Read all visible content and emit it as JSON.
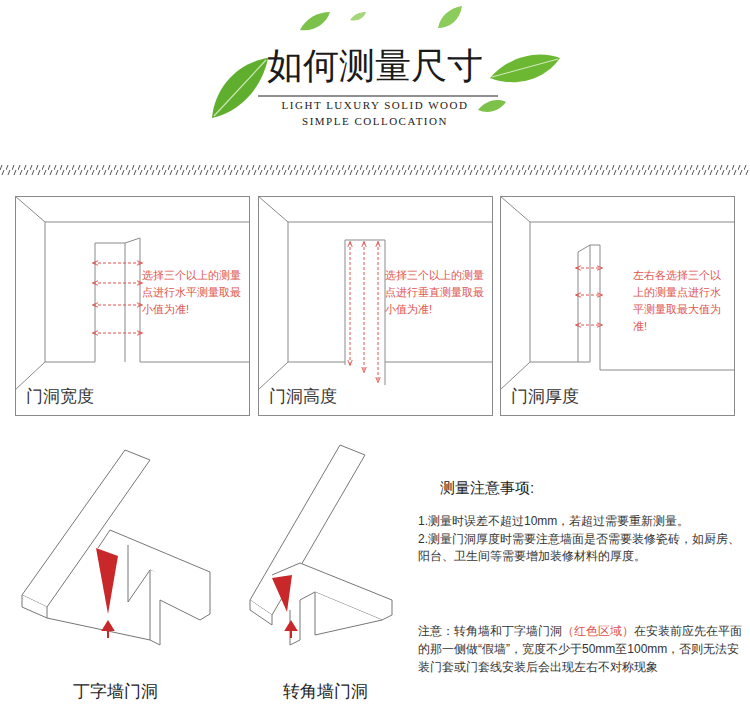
{
  "diagram": {
    "title": "如何测量尺寸",
    "nodes": [
      {
        "text": [
          "选择三个以上的测量点进行水平测量取最小值为准!",
          "门洞宽度"
        ]
      },
      {
        "text": [
          "选择三个以上的测量点进行垂直测量取最小值为准!",
          "门洞高度"
        ]
      },
      {
        "text": [
          "左右各选择三个以上的测量点进行水平测量取最大值为准!",
          "门洞厚度"
        ]
      }
    ],
    "labels": [
      "LIGHT LUXURY SOLID WOOD",
      "SIMPLE COLLOCATION",
      "丁字墙门洞",
      "转角墙门洞",
      "测量注意事项:",
      "1.测量时误差不超过10mm，若超过需要重新测量。",
      "2.测量门洞厚度时需要注意墙面是否需要装修瓷砖，如厨房、阳台、卫生间等需要增加装修材料的厚度。",
      "注意：转角墙和丁字墙门洞",
      "（红色区域）",
      "在安装前应先在平面的那一侧做“假墙”，宽度不少于50mm至100mm，否则无法安装门套或门套线安装后会出现左右不对称现象"
    ]
  }
}
